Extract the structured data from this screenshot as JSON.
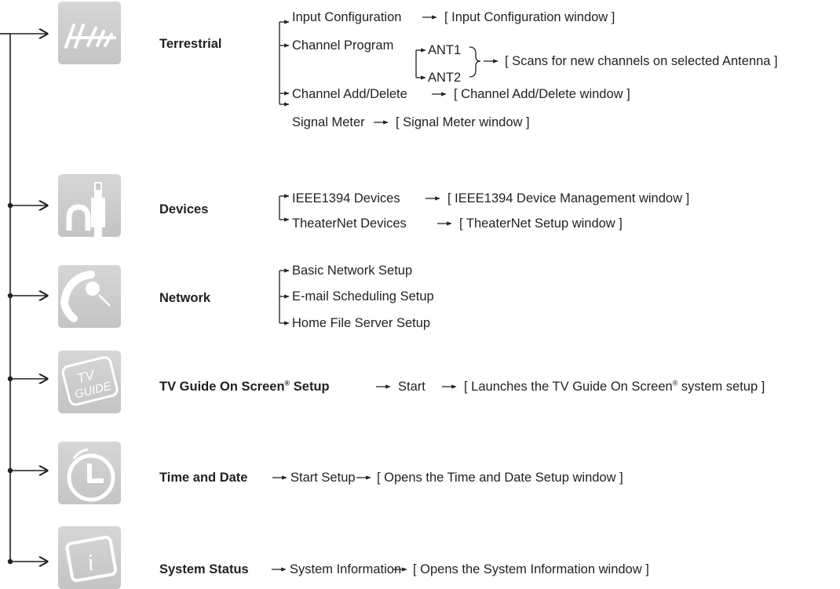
{
  "categories": [
    {
      "name": "Terrestrial",
      "icon": "antenna-icon",
      "items": [
        {
          "label": "Input Configuration",
          "result": "[ Input Configuration window ]"
        },
        {
          "label": "Channel Program",
          "sub": [
            "ANT1",
            "ANT2"
          ],
          "result": "[ Scans for new channels on selected Antenna ]"
        },
        {
          "label": "Channel Add/Delete",
          "result": "[ Channel Add/Delete window ]"
        },
        {
          "label": "Signal Meter",
          "result": "[ Signal Meter window ]"
        }
      ]
    },
    {
      "name": "Devices",
      "icon": "cable-plug-icon",
      "items": [
        {
          "label": "IEEE1394 Devices",
          "result": "[ IEEE1394 Device Management window ]"
        },
        {
          "label": "TheaterNet Devices",
          "result": "[ TheaterNet Setup window ]"
        }
      ]
    },
    {
      "name": "Network",
      "icon": "network-icon",
      "items": [
        {
          "label": "Basic Network Setup"
        },
        {
          "label": "E-mail Scheduling Setup"
        },
        {
          "label": "Home File Server Setup"
        }
      ]
    },
    {
      "name": "TV Guide On Screen",
      "name_mark": "®",
      "name_suffix": " Setup",
      "icon": "tv-guide-icon",
      "icon_text": [
        "TV",
        "GUIDE"
      ],
      "step": "Start",
      "result_pre": "[ Launches the TV Guide On Screen",
      "result_mark": "®",
      "result_post": " system setup ]"
    },
    {
      "name": "Time and Date",
      "icon": "clock-icon",
      "step": "Start Setup",
      "result": "[ Opens the Time and Date Setup window ]"
    },
    {
      "name": "System Status",
      "icon": "info-icon",
      "icon_text": [
        "i"
      ],
      "step": "System Information",
      "result": "[ Opens the System Information window ]"
    }
  ]
}
